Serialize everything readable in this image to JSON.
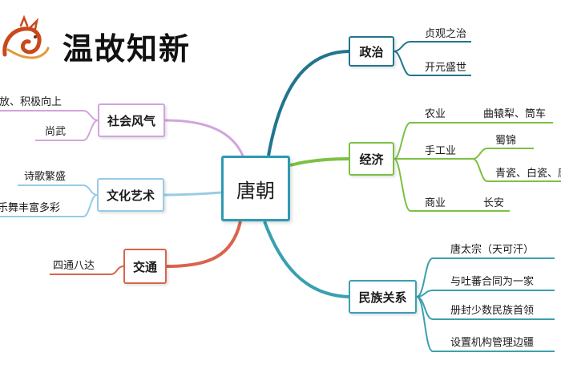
{
  "title": "温故知新",
  "colors": {
    "central_border": "#2e9ab3",
    "politics": "#21758d",
    "economy": "#7cc143",
    "ethnic": "#3aa0b0",
    "society": "#d3a4de",
    "culture": "#98cbe6",
    "transport": "#d9644e"
  },
  "central": "唐朝",
  "branches": {
    "politics": {
      "label": "政治",
      "items": [
        "贞观之治",
        "开元盛世"
      ]
    },
    "economy": {
      "label": "经济",
      "agriculture": {
        "label": "农业",
        "item": "曲辕犁、筒车"
      },
      "handicraft": {
        "label": "手工业",
        "items": [
          "蜀锦",
          "青瓷、白瓷、唐"
        ]
      },
      "commerce": {
        "label": "商业",
        "item": "长安"
      }
    },
    "ethnic": {
      "label": "民族关系",
      "items": [
        "唐太宗（天可汗）",
        "与吐蕃合同为一家",
        "册封少数民族首领",
        "设置机构管理边疆"
      ]
    },
    "society": {
      "label": "社会风气",
      "items": [
        "开放、积极向上",
        "尚武"
      ]
    },
    "culture": {
      "label": "文化艺术",
      "items": [
        "诗歌繁盛",
        "乐舞丰富多彩"
      ]
    },
    "transport": {
      "label": "交通",
      "items": [
        "四通八达"
      ]
    }
  }
}
